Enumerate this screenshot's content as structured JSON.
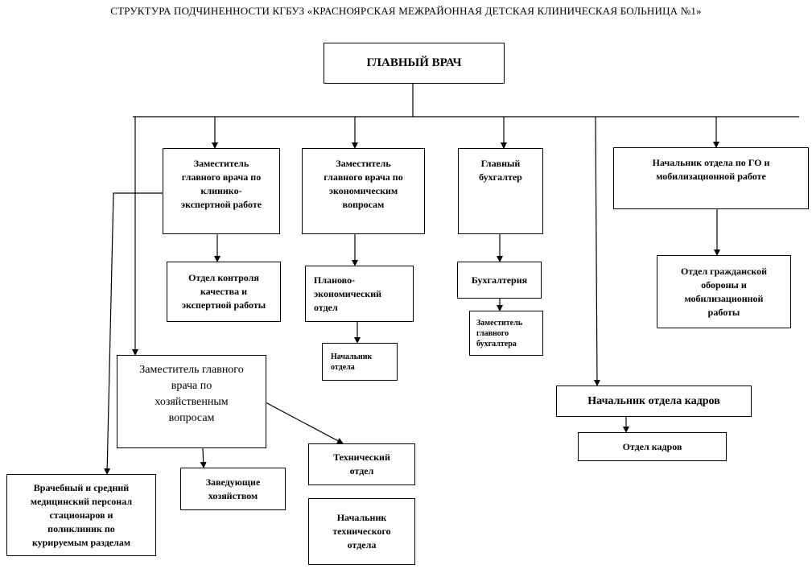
{
  "title": "СТРУКТУРА ПОДЧИНЕННОСТИ КГБУЗ «КРАСНОЯРСКАЯ МЕЖРАЙОННАЯ ДЕТСКАЯ КЛИНИЧЕСКАЯ БОЛЬНИЦА №1»",
  "nodes": {
    "chief": "ГЛАВНЫЙ ВРАЧ",
    "deputy_clinical": "Заместитель\nглавного врача по\nклинико-\nэкспертной работе",
    "deputy_economic": "Заместитель\nглавного врача по\nэкономическим\nвопросам",
    "chief_accountant": "Главный\nбухгалтер",
    "go_head": "Начальник отдела по ГО и\nмобилизационной работе",
    "quality_dept": "Отдел контроля\nкачества и\nэкспертной работы",
    "planning_dept": "Планово-\nэкономический\nотдел",
    "accounting": "Бухгалтерия",
    "deputy_accountant": "Заместитель\nглавного\nбухгалтера",
    "civil_defense": "Отдел гражданской\nобороны и\nмобилизационной\nработы",
    "planning_head": "Начальник\nотдела",
    "deputy_economy_household": "Заместитель главного\nврача по\nхозяйственным\nвопросам",
    "hr_head": "Начальник отдела кадров",
    "hr_dept": "Отдел кадров",
    "technical_dept": "Технический\nотдел",
    "household_manager": "Заведующие\nхозяйством",
    "tech_head": "Начальник\nтехнического\nотдела",
    "medical_staff": "Врачебный и средний\nмедицинский персонал\nстационаров и\nполиклиник по\nкурируемым разделам"
  }
}
